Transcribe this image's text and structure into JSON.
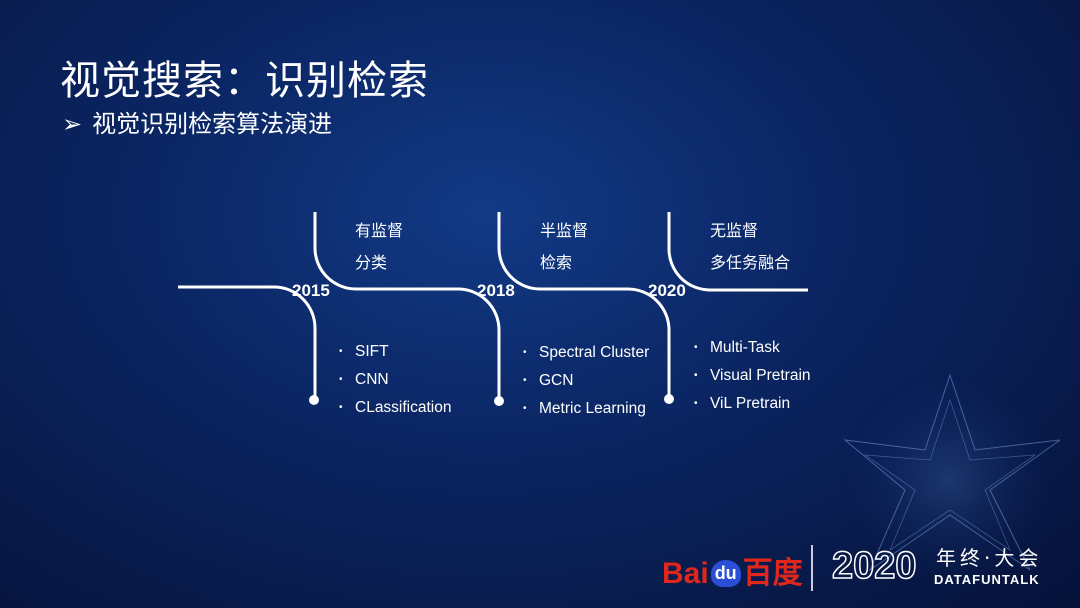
{
  "slide": {
    "title": "视觉搜索：识别检索",
    "subtitle": "视觉识别检索算法演进",
    "subtitle_icon": "arrow-right-icon"
  },
  "timeline": [
    {
      "year": "2015",
      "labels": [
        "有监督",
        "分类"
      ],
      "items": [
        "SIFT",
        "CNN",
        "CLassification"
      ]
    },
    {
      "year": "2018",
      "labels": [
        "半监督",
        "检索"
      ],
      "items": [
        "Spectral Cluster",
        "GCN",
        "Metric Learning"
      ]
    },
    {
      "year": "2020",
      "labels": [
        "无监督",
        "多任务融合"
      ],
      "items": [
        "Multi-Task",
        "Visual Pretrain",
        "ViL Pretrain"
      ]
    }
  ],
  "footer": {
    "baidu_logo": "Baidu百度",
    "conf_year": "2020",
    "conf_name": "年终·大会",
    "conf_brand": "DATAFUNTALK"
  },
  "colors": {
    "line": "#ffffff",
    "baidu_red": "#e1261c",
    "baidu_blue": "#2a4fd6"
  }
}
